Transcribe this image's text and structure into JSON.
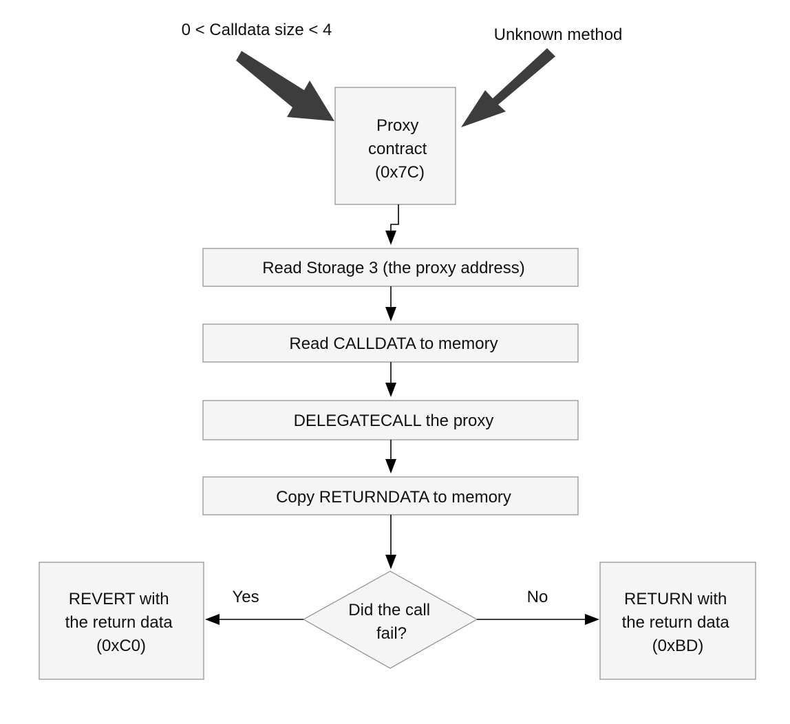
{
  "diagram": {
    "input_left": "0 < Calldata size < 4",
    "input_right": "Unknown method",
    "proxy_contract": [
      "Proxy",
      "contract",
      "(0x7C)"
    ],
    "read_storage": "Read Storage 3 (the proxy address)",
    "read_calldata": "Read CALLDATA to memory",
    "delegatecall": "DELEGATECALL the proxy",
    "copy_returndata": "Copy RETURNDATA to memory",
    "decision": [
      "Did the call",
      "fail?"
    ],
    "yes_label": "Yes",
    "no_label": "No",
    "revert_box": [
      "REVERT with",
      "the return data",
      "(0xC0)"
    ],
    "return_box": [
      "RETURN with",
      "the return data",
      "(0xBD)"
    ]
  }
}
